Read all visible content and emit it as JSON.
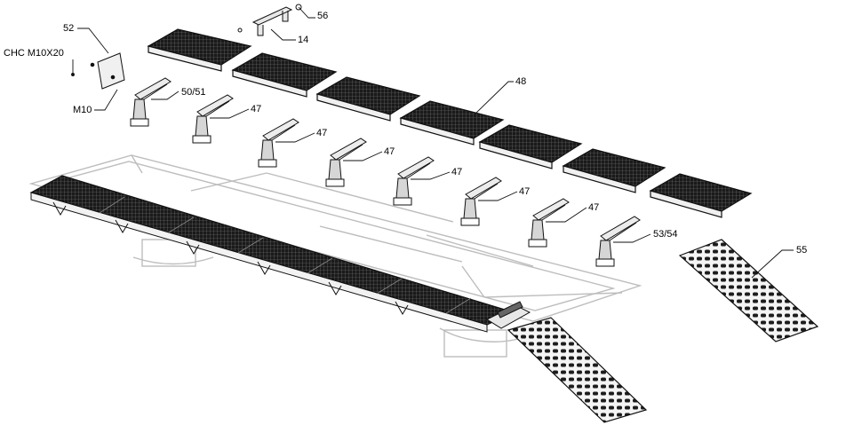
{
  "labels": {
    "l52": "52",
    "l56": "56",
    "l14": "14",
    "chc": "CHC M10X20",
    "m10": "M10",
    "l5051": "50/51",
    "l48": "48",
    "l47a": "47",
    "l47b": "47",
    "l47c": "47",
    "l47d": "47",
    "l47e": "47",
    "l47f": "47",
    "l5354": "53/54",
    "l55": "55"
  },
  "colors": {
    "panel_fill": "#222222",
    "line": "#111111",
    "frame": "#bdbdbd",
    "background": "#ffffff"
  }
}
